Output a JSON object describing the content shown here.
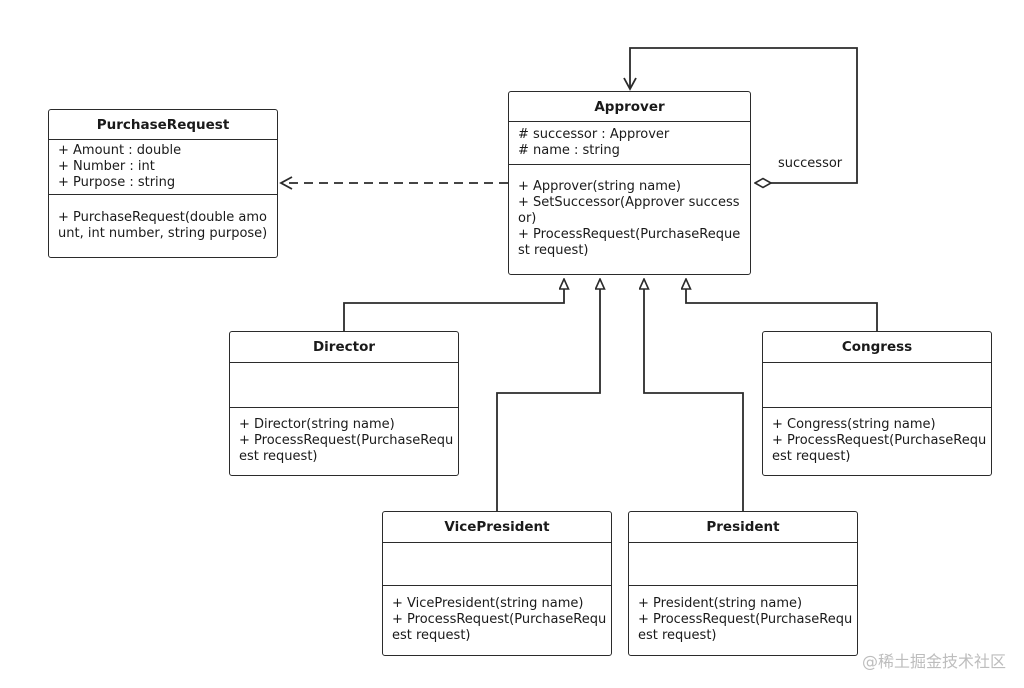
{
  "classes": {
    "purchaserequest": {
      "name": "PurchaseRequest",
      "attributes": [
        "+ Amount : double",
        "+ Number : int",
        "+ Purpose : string"
      ],
      "operations": [
        "+ PurchaseRequest(double amount, int number, string purpose)"
      ]
    },
    "approver": {
      "name": "Approver",
      "attributes": [
        "# successor : Approver",
        "# name : string"
      ],
      "operations": [
        "+ Approver(string name)",
        "+ SetSuccessor(Approver successor)",
        "+ ProcessRequest(PurchaseRequest request)"
      ]
    },
    "director": {
      "name": "Director",
      "attributes": [],
      "operations": [
        "+ Director(string name)",
        "+ ProcessRequest(PurchaseRequest request)"
      ]
    },
    "congress": {
      "name": "Congress",
      "attributes": [],
      "operations": [
        "+ Congress(string name)",
        "+ ProcessRequest(PurchaseRequest request)"
      ]
    },
    "vicepresident": {
      "name": "VicePresident",
      "attributes": [],
      "operations": [
        "+ VicePresident(string name)",
        "+ ProcessRequest(PurchaseRequest request)"
      ]
    },
    "president": {
      "name": "President",
      "attributes": [],
      "operations": [
        "+ President(string name)",
        "+ ProcessRequest(PurchaseRequest request)"
      ]
    }
  },
  "labels": {
    "successor": "successor"
  },
  "watermark": "@稀土掘金技术社区",
  "colors": {
    "line": "#2b2b2b",
    "background": "#ffffff",
    "watermark": "#bdbdbd"
  }
}
